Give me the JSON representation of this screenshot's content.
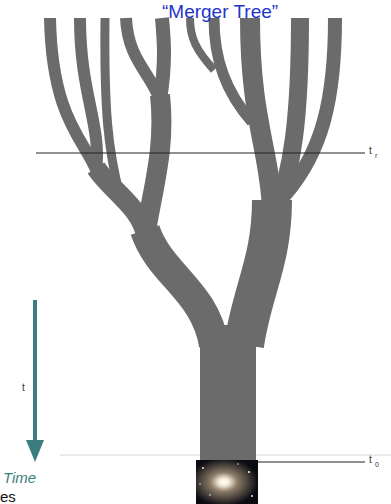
{
  "diagram": {
    "title": "“Merger Tree”",
    "labels": [
      "t",
      "r",
      "t",
      "0",
      "t",
      "Time",
      "es"
    ]
  }
}
